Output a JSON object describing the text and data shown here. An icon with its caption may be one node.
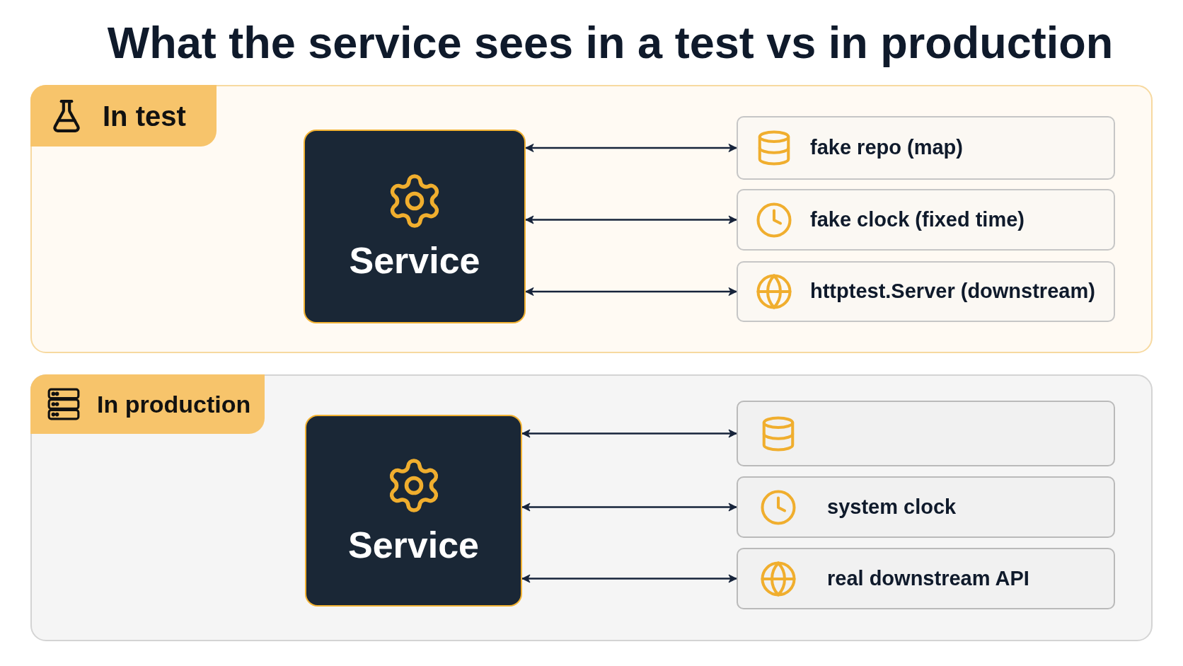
{
  "diagram": {
    "title": "What the service sees in a test vs in production",
    "nodes": [
      {
        "text": [
          "In test"
        ]
      },
      {
        "text": [
          "Service"
        ],
        "in": 0
      },
      {
        "text": [
          "fake repo (map)"
        ],
        "in": 0
      },
      {
        "text": [
          "fake clock (fixed time)"
        ],
        "in": 0
      },
      {
        "text": [
          "httptest.Server (downstream)"
        ],
        "in": 0
      },
      {
        "text": [
          "In production"
        ]
      },
      {
        "text": [
          "Service"
        ],
        "in": 5
      },
      {
        "text": [],
        "shape": "box",
        "in": 5
      },
      {
        "text": [
          "system clock"
        ],
        "in": 5
      },
      {
        "text": [
          "real downstream API"
        ],
        "in": 5
      }
    ],
    "edges": [
      {
        "from": 1,
        "to": 2,
        "arrow": "both"
      },
      {
        "from": 1,
        "to": 3,
        "arrow": "both"
      },
      {
        "from": 1,
        "to": 4,
        "arrow": "both"
      },
      {
        "from": 6,
        "to": 7,
        "arrow": "both"
      },
      {
        "from": 6,
        "to": 8,
        "arrow": "both"
      },
      {
        "from": 6,
        "to": 9,
        "arrow": "both"
      }
    ]
  }
}
